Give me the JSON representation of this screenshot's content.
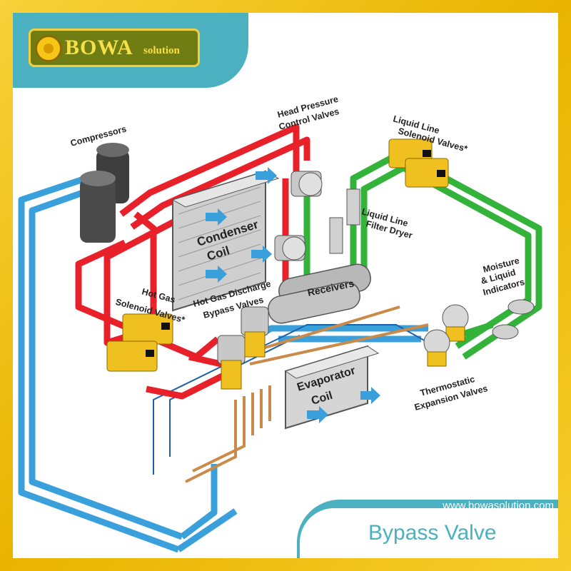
{
  "brand": {
    "name": "BOWA",
    "suffix": "solution"
  },
  "footer": {
    "url": "www.bowasolution.com",
    "title": "Bypass Valve"
  },
  "diagram": {
    "labels": {
      "compressors": "Compressors",
      "head_pressure_1": "Head Pressure",
      "head_pressure_2": "Control Valves",
      "liquid_sol_1": "Liquid Line",
      "liquid_sol_2": "Solenoid Valves*",
      "condenser_1": "Condenser",
      "condenser_2": "Coil",
      "filter_1": "Liquid Line",
      "filter_2": "Filter Dryer",
      "receivers": "Receivers",
      "hotgas_1": "Hot Gas",
      "hotgas_2": "Solenoid Valves*",
      "bypass_1": "Hot Gas Discharge",
      "bypass_2": "Bypass Valves",
      "moisture_1": "Moisture",
      "moisture_2": "& Liquid",
      "moisture_3": "Indicators",
      "evaporator_1": "Evaporator",
      "evaporator_2": "Coil",
      "txv_1": "Thermostatic",
      "txv_2": "Expansion Valves"
    },
    "colors": {
      "hot_gas_line": "#e8202a",
      "liquid_line": "#33b33a",
      "suction_line": "#3aa0dc",
      "distributor": "#c98a4a",
      "valve_body": "#f0c020"
    }
  }
}
